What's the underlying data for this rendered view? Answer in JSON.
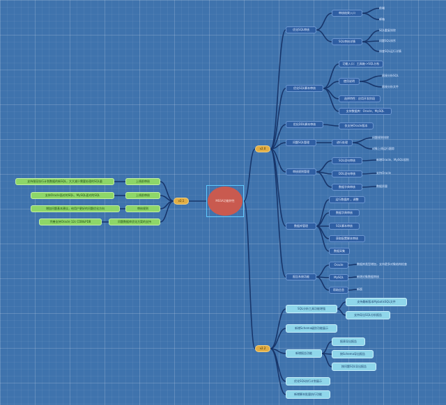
{
  "root": {
    "title": "MSSA功能特性"
  },
  "colors": {
    "background": "#3f73ad",
    "link": "#17356a",
    "root": "#c95a4f",
    "version": "#e0ad45"
  },
  "branches": {
    "v20": {
      "label": "v2.0",
      "children": [
        {
          "label": "优化SQL审核",
          "children": [
            {
              "label": "审核结果入口",
              "children": [
                "前端",
                "邮箱"
              ]
            },
            {
              "label": "SQL审核详情",
              "children": [
                "SQL重复排除",
                "问题SQL排序",
                "排查SQL运行详情"
              ]
            }
          ]
        },
        {
          "label": "优化SQL脚本审核",
          "children": [
            {
              "label": "功能入口：工具箱->SQL分析"
            },
            {
              "label": "使用说明",
              "children": [
                "直接分析SQL",
                "直接分析文件"
              ]
            },
            {
              "label": "选择特性：应用开发阶段"
            },
            {
              "label": "支持数据库：Oracle、MySQL"
            }
          ]
        },
        {
          "label": "优化DDL脚本审核",
          "children": [
            {
              "label": "仅支持Oracle版本"
            }
          ]
        },
        {
          "label": "问题SQL管理",
          "children": [
            {
              "label": "进行处理",
              "children": [
                "问题规则排除",
                "对象上线运行跟踪"
              ]
            }
          ]
        },
        {
          "label": "审核规则管理",
          "children": [
            {
              "label": "SQL语句审核",
              "children": [
                "新增Oracle、MySQL规则"
              ]
            },
            {
              "label": "DDL语句审核",
              "children": [
                "支持Oracle"
              ]
            },
            {
              "label": "数据字典审核",
              "children": [
                "数据质量"
              ]
            }
          ]
        },
        {
          "label": "数据库管理",
          "children": [
            {
              "label": "运行数据库 ，调整"
            },
            {
              "label": "数据字典审核"
            },
            {
              "label": "SQL脚本审核"
            },
            {
              "label": "获取配置脚本审核"
            },
            {
              "label": "数据采集"
            }
          ]
        },
        {
          "label": "报告系统功能",
          "children": [
            {
              "label": "Oracle",
              "children": [
                "数据库类型增加，支持更多对象结构检查"
              ]
            },
            {
              "label": "MySQL",
              "children": [
                "新增对象数据审核"
              ]
            },
            {
              "label": "帮助信息",
              "children": [
                "新版"
              ]
            }
          ]
        }
      ]
    },
    "v22": {
      "label": "v2.2",
      "children": [
        {
          "label": "SQL分析工具功能增强",
          "children": [
            "支持最新版本MybatisSQL文件",
            "支持导出SQL分析报告"
          ]
        },
        {
          "label": "新增Schema级别功能展示"
        },
        {
          "label": "新增报告功能",
          "children": [
            "报表导出报告",
            "按Schema导出报告",
            "按问题SQL导出报告"
          ]
        },
        {
          "label": "优化SQL执行计划展示"
        },
        {
          "label": "新增脚本批量执行功能"
        }
      ]
    },
    "v21": {
      "label": "v2.1",
      "children": [
        {
          "label": "上线前审核",
          "detail": "支持指导执行计划数据的新SQL，大大减少需要处理的SQL量"
        },
        {
          "label": "上线前审核",
          "detail": "支持Oracle面对的SQL、MySQL面对的SQL"
        },
        {
          "label": "审核规则",
          "detail": "增加问题基本建议，给用户更好的问题优化方向"
        },
        {
          "label": "问题数据库优化方案的支持",
          "detail": "完善支持Oracle 12c CDB&PDB"
        }
      ]
    }
  }
}
